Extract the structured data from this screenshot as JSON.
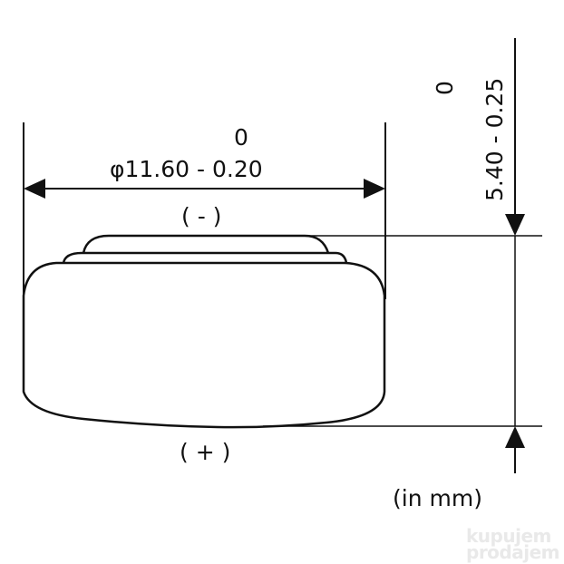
{
  "diagram": {
    "type": "technical-drawing",
    "subject": "coin cell battery (side view)",
    "diameter": {
      "upper_tolerance": "0",
      "label": "φ11.60 - 0.20"
    },
    "height": {
      "upper_tolerance": "0",
      "label": "5.40 - 0.25"
    },
    "negative_terminal": "( - )",
    "positive_terminal": "( + )",
    "units": "(in mm)",
    "colors": {
      "line": "#111111",
      "background": "#ffffff"
    }
  },
  "watermark": {
    "line1": "kupujem",
    "line2": "prodajem"
  }
}
